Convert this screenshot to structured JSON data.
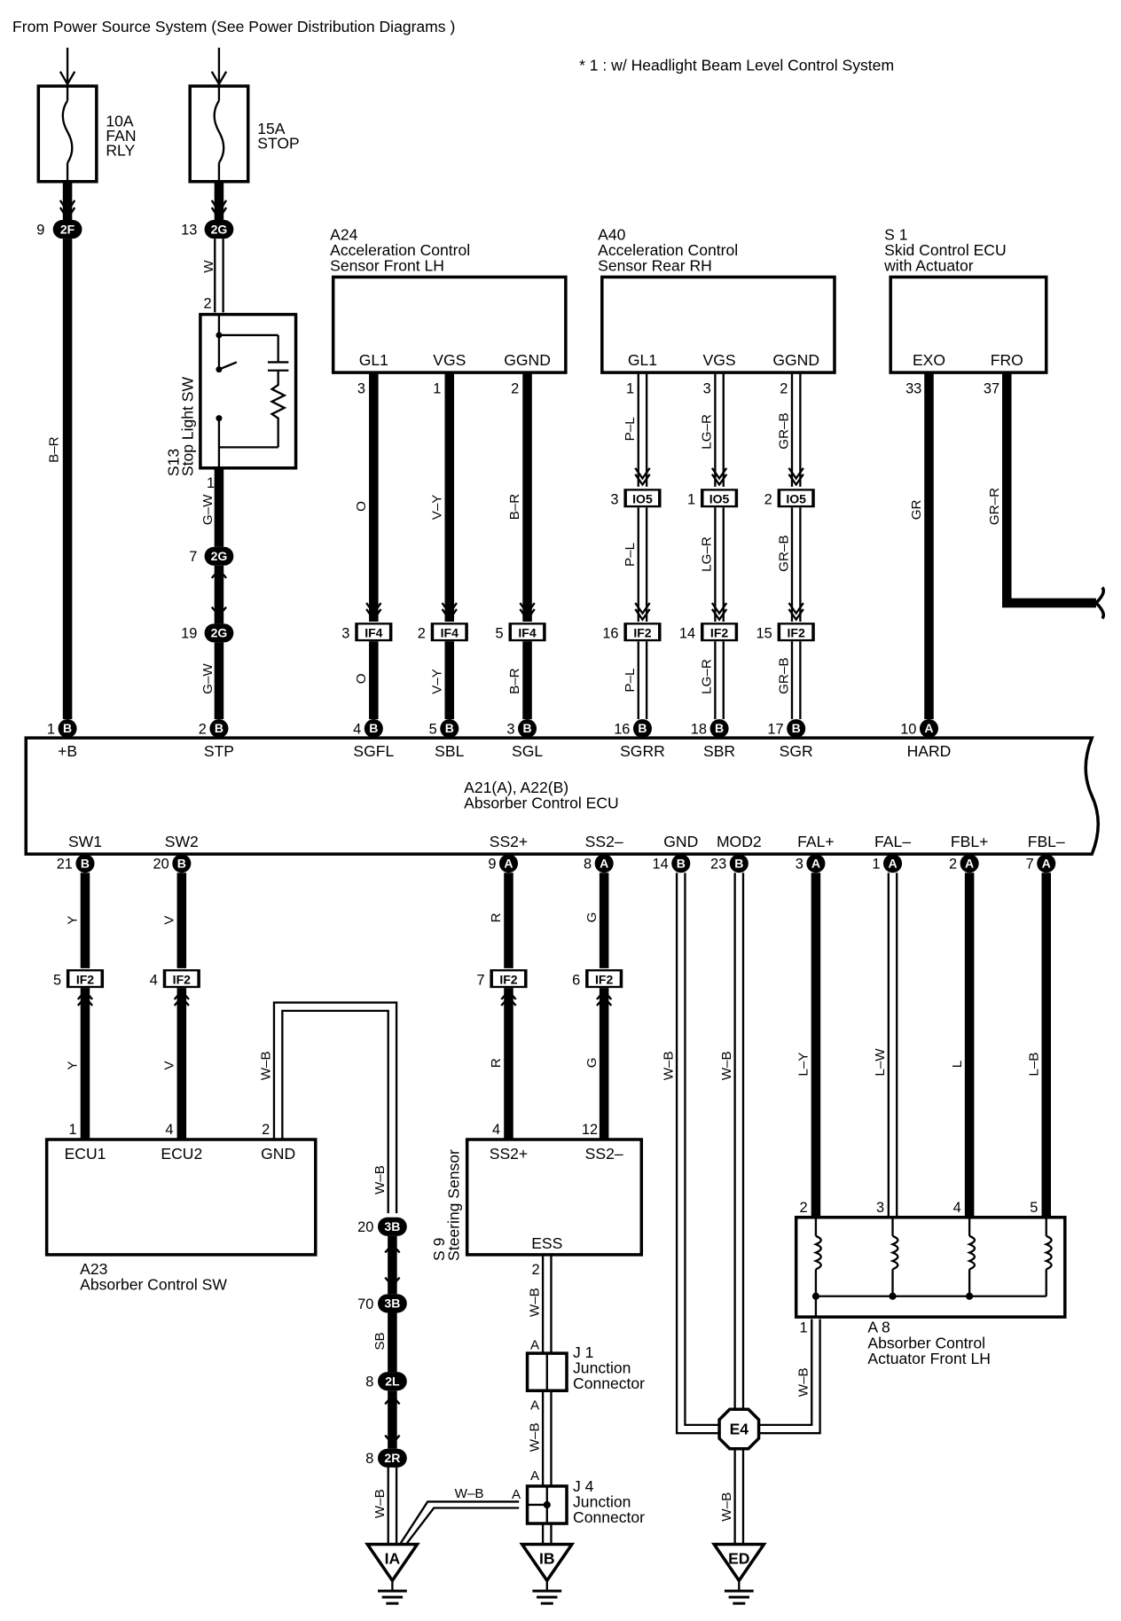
{
  "header": {
    "source_note": "From Power Source System (See Power Distribution Diagrams )",
    "footnote": "* 1 : w/ Headlight Beam Level Control System"
  },
  "fuses": [
    {
      "amp": "10A",
      "name1": "FAN",
      "name2": "RLY"
    },
    {
      "amp": "15A",
      "name1": "STOP",
      "name2": ""
    }
  ],
  "junction_connectors": {
    "2F": "2F",
    "2G": "2G",
    "IF4": "IF4",
    "IF2": "IF2",
    "IO5": "IO5",
    "3B": "3B",
    "2L": "2L",
    "2R": "2R",
    "B": "B",
    "A": "A"
  },
  "components": {
    "a24": {
      "code": "A24",
      "line1": "Acceleration Control",
      "line2": "Sensor Front LH",
      "pins": [
        "GL1",
        "VGS",
        "GGND"
      ]
    },
    "a40": {
      "code": "A40",
      "line1": "Acceleration Control",
      "line2": "Sensor Rear RH",
      "pins": [
        "GL1",
        "VGS",
        "GGND"
      ]
    },
    "s1": {
      "code": "S 1",
      "line1": "Skid Control ECU",
      "line2": "with Actuator",
      "pins": [
        "EXO",
        "FRO"
      ]
    },
    "s13": {
      "code": "S13",
      "name": "Stop Light SW"
    },
    "ecu": {
      "line1": "A21(A), A22(B)",
      "line2": "Absorber Control ECU",
      "top_pins": [
        "+B",
        "STP",
        "SGFL",
        "SBL",
        "SGL",
        "SGRR",
        "SBR",
        "SGR",
        "HARD"
      ],
      "bottom_pins": [
        "SW1",
        "SW2",
        "SS2+",
        "SS2–",
        "GND",
        "MOD2",
        "FAL+",
        "FAL–",
        "FBL+",
        "FBL–"
      ]
    },
    "a23": {
      "code": "A23",
      "name": "Absorber Control SW",
      "pins": [
        "ECU1",
        "ECU2",
        "GND"
      ]
    },
    "s9": {
      "code": "S 9",
      "name": "Steering Sensor",
      "pins": [
        "SS2+",
        "SS2–",
        "ESS"
      ]
    },
    "a8": {
      "code": "A 8",
      "line1": "Absorber Control",
      "line2": "Actuator Front LH"
    },
    "j1": {
      "code": "J 1",
      "line1": "Junction",
      "line2": "Connector"
    },
    "j4": {
      "code": "J 4",
      "line1": "Junction",
      "line2": "Connector"
    }
  },
  "wire_colors": {
    "br": "B–R",
    "w": "W",
    "gw": "G–W",
    "o": "O",
    "vy": "V–Y",
    "pl": "P–L",
    "lgr": "LG–R",
    "grb": "GR–B",
    "gr": "GR",
    "grr": "GR–R",
    "y": "Y",
    "v": "V",
    "r": "R",
    "g": "G",
    "wb": "W–B",
    "sb": "SB",
    "ly": "L–Y",
    "lw": "L–W",
    "l": "L",
    "lb": "L–B"
  },
  "pin_numbers": {
    "n1": "1",
    "n2": "2",
    "n3": "3",
    "n4": "4",
    "n5": "5",
    "n6": "6",
    "n7": "7",
    "n8": "8",
    "n9": "9",
    "n10": "10",
    "n12": "12",
    "n13": "13",
    "n14": "14",
    "n15": "15",
    "n16": "16",
    "n17": "17",
    "n18": "18",
    "n19": "19",
    "n20": "20",
    "n21": "21",
    "n23": "23",
    "n33": "33",
    "n37": "37",
    "n70": "70"
  },
  "grounds": [
    "IA",
    "IB",
    "ED"
  ],
  "ground_point": "E4"
}
